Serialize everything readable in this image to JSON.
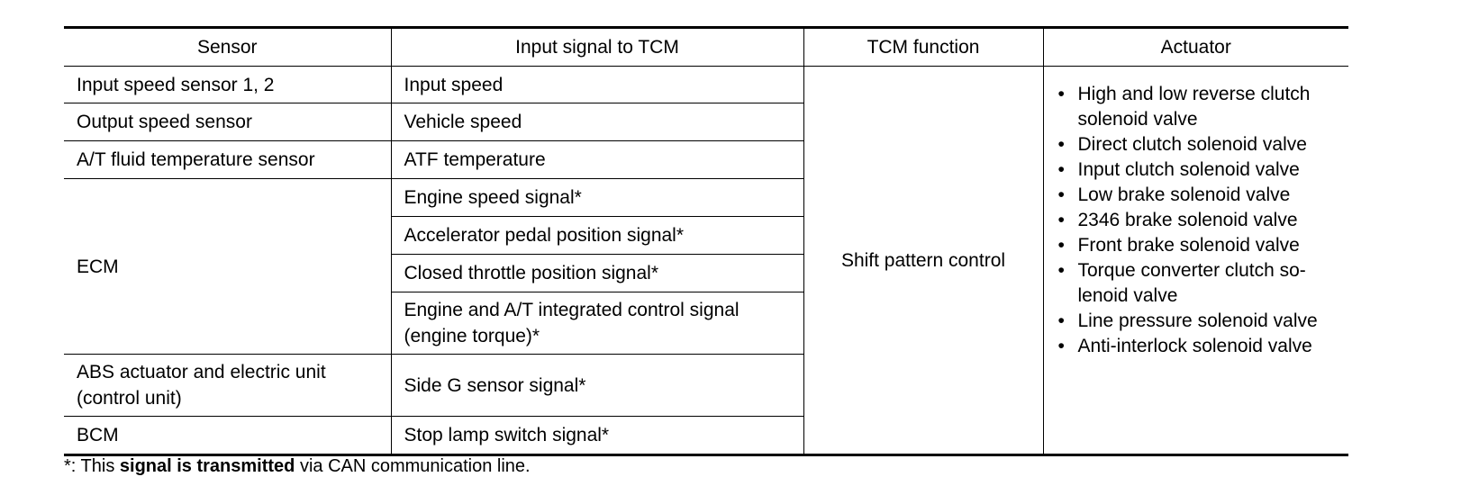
{
  "table": {
    "headers": {
      "sensor": "Sensor",
      "input_signal": "Input signal to TCM",
      "tcm_function": "TCM function",
      "actuator": "Actuator"
    },
    "rows": [
      {
        "sensor": "Input speed sensor 1, 2",
        "signal": "Input speed"
      },
      {
        "sensor": "Output speed sensor",
        "signal": "Vehicle speed"
      },
      {
        "sensor": "A/T fluid temperature sensor",
        "signal": "ATF temperature"
      },
      {
        "sensor": "ECM",
        "signal": "Engine speed signal*"
      },
      {
        "signal": "Accelerator pedal position signal*"
      },
      {
        "signal": "Closed throttle position signal*"
      },
      {
        "signal": "Engine and A/T integrated control signal (engine torque)*"
      },
      {
        "sensor": "ABS actuator and electric unit (control unit)",
        "signal": "Side G sensor signal*"
      },
      {
        "sensor": "BCM",
        "signal": "Stop lamp switch signal*"
      }
    ],
    "tcm_function": "Shift pattern control",
    "bullet_char": "•",
    "actuators": [
      "High and low reverse clutch solenoid valve",
      "Direct clutch solenoid valve",
      "Input clutch solenoid valve",
      "Low brake solenoid valve",
      "2346 brake solenoid valve",
      "Front brake solenoid valve",
      "Torque converter clutch so-lenoid valve",
      "Line pressure solenoid valve",
      "Anti-interlock solenoid valve"
    ]
  },
  "footnote": {
    "marker": "*",
    "prefix": ": This ",
    "bold": "signal is transmitted",
    "suffix": " via CAN communication line."
  }
}
